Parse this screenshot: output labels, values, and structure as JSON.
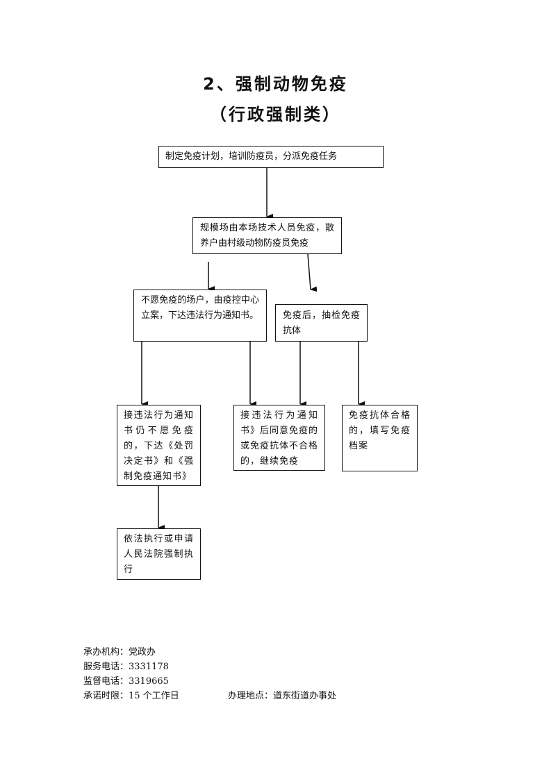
{
  "title": {
    "main": "2、强制动物免疫",
    "sub": "（行政强制类）"
  },
  "flowchart": {
    "nodes": [
      {
        "id": "plan",
        "text": "制定免疫计划，培训防疫员，分派免疫任务"
      },
      {
        "id": "vaccinate",
        "text": "规模场由本场技术人员免疫，散养户由村级动物防疫员免疫"
      },
      {
        "id": "refuse",
        "text": "不愿免疫的场户，由疫控中心立案，下达违法行为通知书。"
      },
      {
        "id": "test",
        "text": "免疫后，抽检免疫抗体"
      },
      {
        "id": "still_refuse",
        "text": "接违法行为通知书仍不愿免疫的，下达《处罚决定书》和《强制免疫通知书》"
      },
      {
        "id": "agree",
        "text": "接违法行为通知书》后同意免疫的或免疫抗体不合格的，继续免疫"
      },
      {
        "id": "qualified",
        "text": "免疫抗体合格的，填写免疫档案"
      },
      {
        "id": "enforce",
        "text": "依法执行或申请人民法院强制执行"
      }
    ],
    "edges": [
      {
        "from": "plan",
        "to": "vaccinate"
      },
      {
        "from": "vaccinate",
        "to": "refuse"
      },
      {
        "from": "vaccinate",
        "to": "test"
      },
      {
        "from": "refuse",
        "to": "still_refuse"
      },
      {
        "from": "refuse",
        "to": "agree"
      },
      {
        "from": "test",
        "to": "agree"
      },
      {
        "from": "test",
        "to": "qualified"
      },
      {
        "from": "still_refuse",
        "to": "enforce"
      }
    ]
  },
  "footer": {
    "agency_label": "承办机构：",
    "agency": "党政办",
    "service_phone_label": "服务电话：",
    "service_phone": "3331178",
    "supervision_phone_label": "监督电话：",
    "supervision_phone": "3319665",
    "time_limit_label": "承诺时限：",
    "time_limit": "15 个工作日",
    "location_label": "办理地点：",
    "location": "道东街道办事处"
  }
}
